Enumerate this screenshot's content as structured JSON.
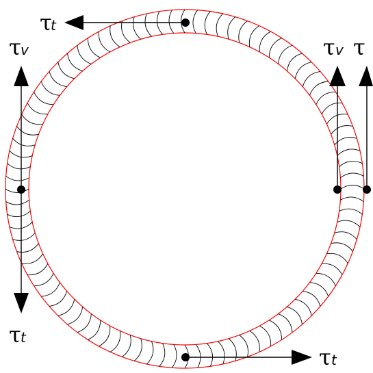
{
  "colors": {
    "ring_outline": "#ff0000",
    "lines": "#000000",
    "background": "#ffffff"
  },
  "diagram": {
    "glyph": "τ",
    "labels": [
      {
        "id": "top",
        "sub": "t"
      },
      {
        "id": "left-top",
        "sub": "v"
      },
      {
        "id": "left-bottom",
        "sub": "t"
      },
      {
        "id": "right-v",
        "sub": "v"
      },
      {
        "id": "right-edge",
        "sub": ""
      },
      {
        "id": "bottom",
        "sub": "t"
      }
    ]
  }
}
